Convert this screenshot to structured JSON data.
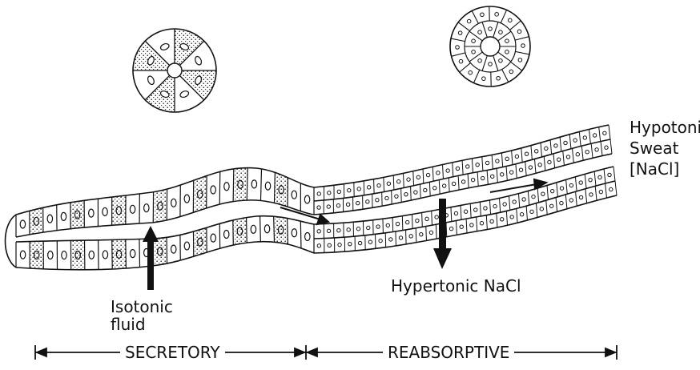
{
  "labels": {
    "outlet_line1": "Hypotonic",
    "outlet_line2": "Sweat",
    "outlet_line3": "[NaCl]",
    "reabsorb_out": "Hypertonic NaCl",
    "secrete_in_line1": "Isotonic",
    "secrete_in_line2": "fluid"
  },
  "segments": {
    "secretory": "SECRETORY",
    "reabsorptive": "REABSORPTIVE"
  },
  "colors": {
    "ink": "#111111",
    "background": "#ffffff"
  }
}
